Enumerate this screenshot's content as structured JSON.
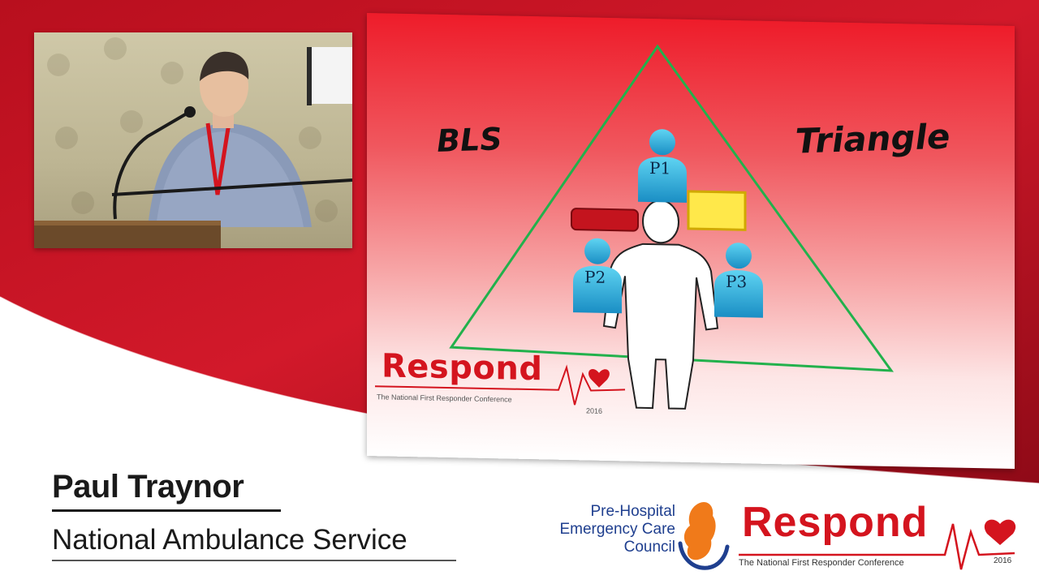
{
  "slide": {
    "word_left": "BLS",
    "word_right": "Triangle",
    "people": [
      "P1",
      "P2",
      "P3"
    ],
    "logo": {
      "word": "Respond",
      "tagline": "The National First Responder Conference",
      "year": "2016"
    }
  },
  "lower_third": {
    "name": "Paul Traynor",
    "organization": "National Ambulance Service"
  },
  "phecc_logo": {
    "lines": [
      "Pre-Hospital",
      "Emergency Care",
      "Council"
    ]
  },
  "respond_logo": {
    "word": "Respond",
    "tagline": "The National First Responder Conference",
    "year": "2016"
  },
  "colors": {
    "brand_red": "#d4141e",
    "dark_red": "#a80d1a",
    "triangle_green": "#22b14c",
    "phecc_blue": "#1f3f8f"
  }
}
